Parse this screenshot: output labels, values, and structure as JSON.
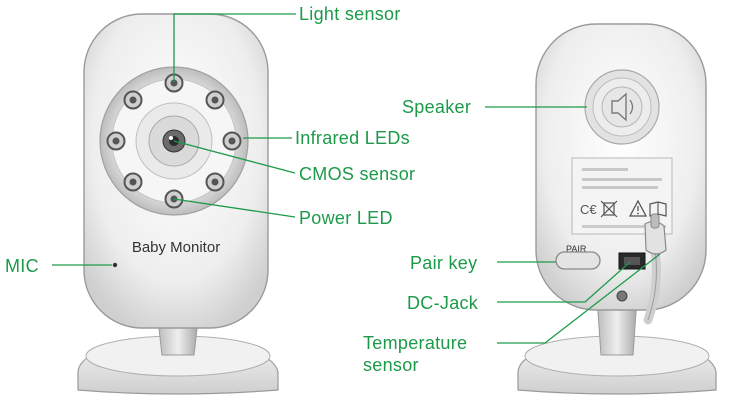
{
  "callouts": {
    "light_sensor": "Light sensor",
    "infrared_leds": "Infrared LEDs",
    "cmos_sensor": "CMOS sensor",
    "power_led": "Power LED",
    "mic": "MIC",
    "speaker": "Speaker",
    "pair_key": "Pair key",
    "dc_jack": "DC-Jack",
    "temperature_sensor_line1": "Temperature",
    "temperature_sensor_line2": "sensor"
  },
  "device_print": {
    "front_label": "Baby Monitor",
    "pair_button_label": "PAIR"
  },
  "colors": {
    "callout_text": "#1c9a4a",
    "leader_line": "#1c9a4a",
    "device_body": "#f2f2f2",
    "device_outline": "#9a9a9a"
  }
}
